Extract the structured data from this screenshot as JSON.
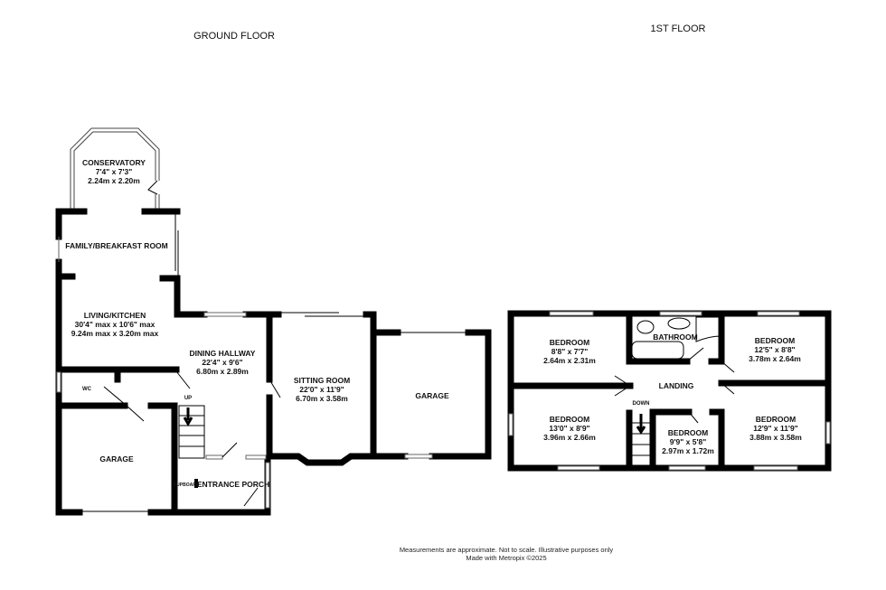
{
  "headings": {
    "ground": "GROUND FLOOR",
    "first": "1ST FLOOR"
  },
  "ground_floor": {
    "conservatory": {
      "name": "CONSERVATORY",
      "imperial": "7'4\"  x 7'3\"",
      "metric": "2.24m  x 2.20m"
    },
    "family_breakfast": {
      "name": "FAMILY/BREAKFAST ROOM"
    },
    "living_kitchen": {
      "name": "LIVING/KITCHEN",
      "imperial": "30'4\" max x 10'6\" max",
      "metric": "9.24m max x 3.20m max"
    },
    "dining_hallway": {
      "name": "DINING HALLWAY",
      "imperial": "22'4\"  x 9'6\"",
      "metric": "6.80m  x 2.89m"
    },
    "wc": {
      "name": "WC"
    },
    "up": "UP",
    "garage_left": {
      "name": "GARAGE"
    },
    "cupboard": "CUPBOARD",
    "entrance_porch": {
      "name": "ENTRANCE PORCH"
    },
    "sitting_room": {
      "name": "SITTING ROOM",
      "imperial": "22'0\"  x 11'9\"",
      "metric": "6.70m  x 3.58m"
    },
    "garage_right": {
      "name": "GARAGE"
    }
  },
  "first_floor": {
    "bedroom_tl": {
      "name": "BEDROOM",
      "imperial": "8'8\"  x 7'7\"",
      "metric": "2.64m  x 2.31m"
    },
    "bathroom": {
      "name": "BATHROOM"
    },
    "bedroom_tr": {
      "name": "BEDROOM",
      "imperial": "12'5\"  x 8'8\"",
      "metric": "3.78m  x 2.64m"
    },
    "landing": {
      "name": "LANDING"
    },
    "down": "DOWN",
    "bedroom_bl": {
      "name": "BEDROOM",
      "imperial": "13'0\"  x 8'9\"",
      "metric": "3.96m  x 2.66m"
    },
    "bedroom_small": {
      "name": "BEDROOM",
      "imperial": "9'9\"  x 5'8\"",
      "metric": "2.97m  x 1.72m"
    },
    "bedroom_br": {
      "name": "BEDROOM",
      "imperial": "12'9\"  x 11'9\"",
      "metric": "3.88m  x 3.58m"
    }
  },
  "footer": {
    "disclaimer": "Measurements are approximate.  Not to scale.  Illustrative purposes only",
    "credit": "Made with Metropix ©2025"
  }
}
